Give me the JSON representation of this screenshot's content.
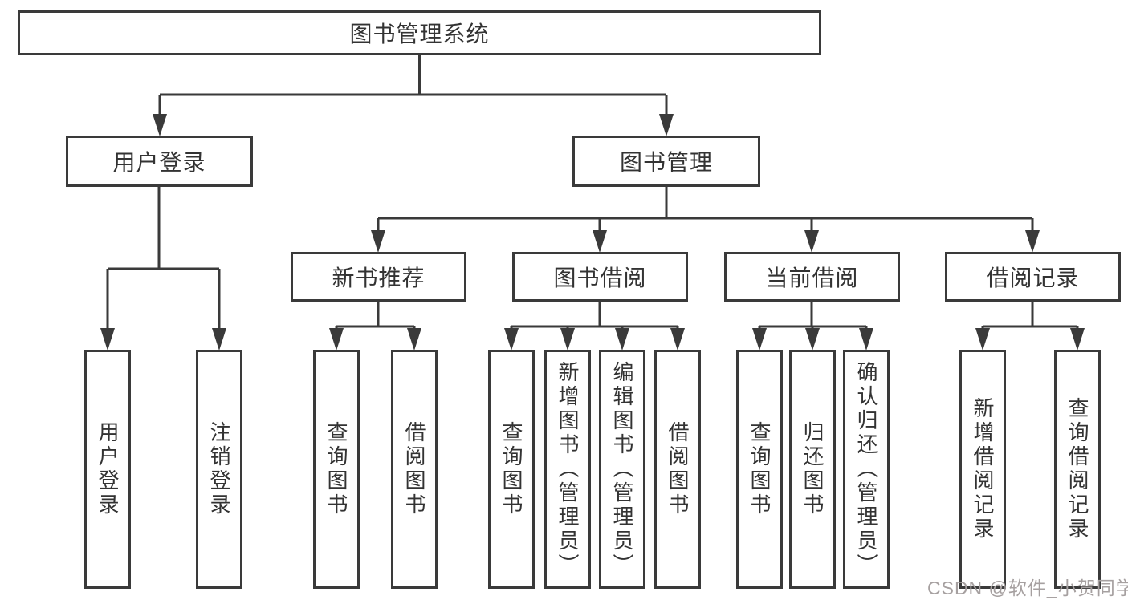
{
  "colors": {
    "line": "#3a3a3a",
    "box_border": "#3a3a3a",
    "text": "#333333",
    "background": "#ffffff",
    "watermark": "#a6a0a0"
  },
  "tree": {
    "root": {
      "label": "图书管理系统"
    },
    "branches": [
      {
        "label": "用户登录",
        "children": [
          {
            "label": "用户登录"
          },
          {
            "label": "注销登录"
          }
        ]
      },
      {
        "label": "图书管理",
        "children": [
          {
            "label": "新书推荐",
            "children": [
              {
                "label": "查询图书"
              },
              {
                "label": "借阅图书"
              }
            ]
          },
          {
            "label": "图书借阅",
            "children": [
              {
                "label": "查询图书"
              },
              {
                "label": "新增图书（管理员）"
              },
              {
                "label": "编辑图书（管理员）"
              },
              {
                "label": "借阅图书"
              }
            ]
          },
          {
            "label": "当前借阅",
            "children": [
              {
                "label": "查询图书"
              },
              {
                "label": "归还图书"
              },
              {
                "label": "确认归还（管理员）"
              }
            ]
          },
          {
            "label": "借阅记录",
            "children": [
              {
                "label": "新增借阅记录"
              },
              {
                "label": "查询借阅记录"
              }
            ]
          }
        ]
      }
    ]
  },
  "watermark": {
    "text": "CSDN @软件_小贺同学"
  }
}
